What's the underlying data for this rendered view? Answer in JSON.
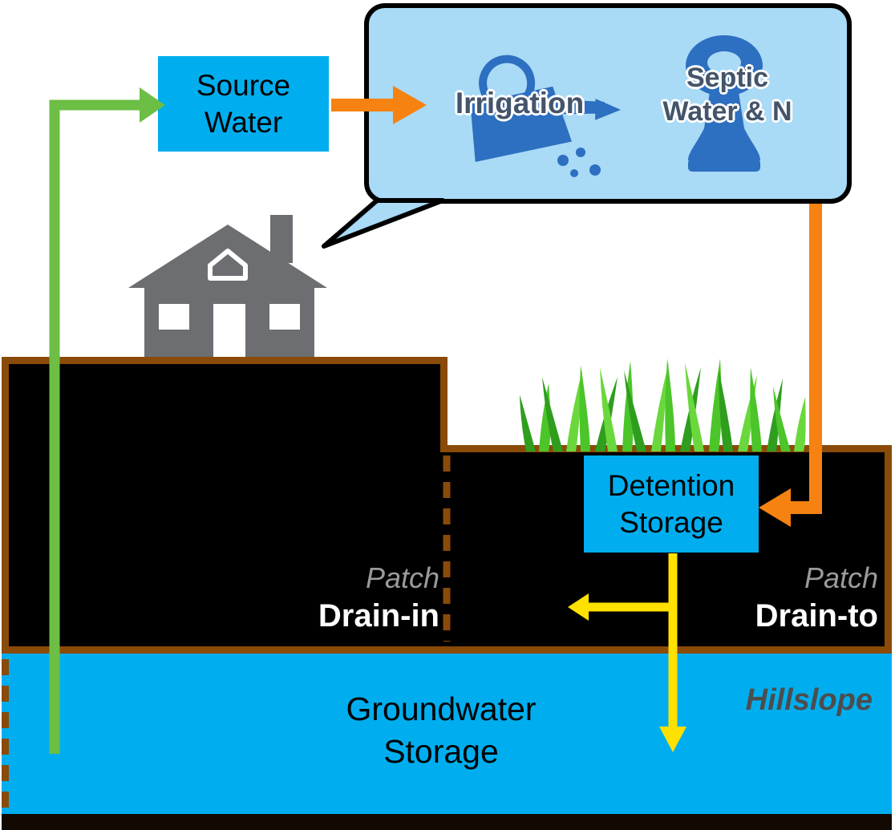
{
  "speech_bubble": {
    "irrigation": {
      "label": "Irrigation",
      "icon": "watering-can-icon"
    },
    "septic": {
      "label_line1": "Septic",
      "label_line2": "Water & N",
      "icon": "toilet-icon"
    }
  },
  "nodes": {
    "source_water": {
      "line1": "Source",
      "line2": "Water"
    },
    "detention_storage": {
      "line1": "Detention",
      "line2": "Storage"
    },
    "groundwater_storage": {
      "line1": "Groundwater",
      "line2": "Storage"
    }
  },
  "labels": {
    "patch_left": "Patch",
    "drain_in": "Drain-in",
    "patch_right": "Patch",
    "drain_to": "Drain-to",
    "hillslope": "Hillslope"
  },
  "icons": {
    "house": "house-icon",
    "grass": "grass-icon",
    "watering_can": "watering-can-icon",
    "toilet": "toilet-icon"
  },
  "arrows": {
    "green": "source-water-supply-arrow",
    "orange_irrigation": "source-to-irrigation-arrow",
    "orange_septic": "septic-to-detention-arrow",
    "yellow_down": "detention-to-groundwater-arrow",
    "yellow_lateral": "detention-lateral-drain-arrow"
  },
  "colors": {
    "box_blue": "#00aeef",
    "bubble_blue": "#a9daf6",
    "arrow_orange": "#f58211",
    "arrow_green": "#6cbe45",
    "arrow_yellow": "#ffe100",
    "soil_brown": "#8a4a08",
    "soil_black": "#000000",
    "house_gray": "#6d6e71",
    "icon_blue": "#2d6fc0",
    "label_navy": "#44546a",
    "label_gray": "#9a9a9a",
    "hillslope_gray": "#4d4d4d"
  }
}
